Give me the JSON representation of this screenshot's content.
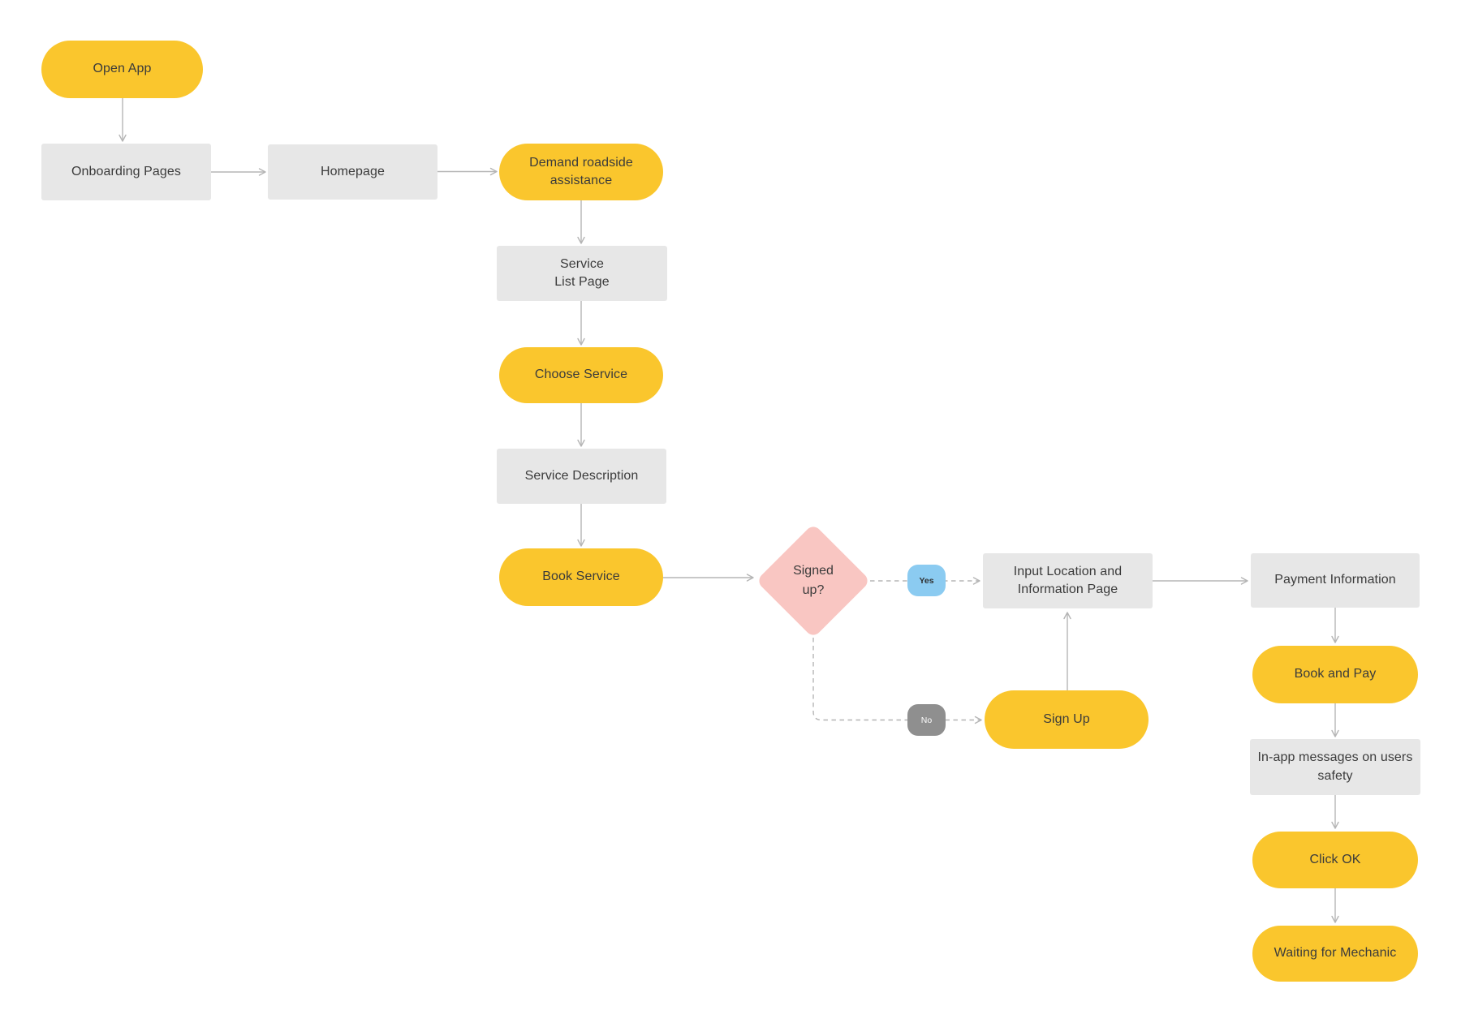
{
  "diagram": {
    "type": "flowchart",
    "description": "Roadside assistance app user flow",
    "nodes": {
      "open_app": "Open App",
      "onboarding_pages": "Onboarding Pages",
      "homepage": "Homepage",
      "demand_roadside": "Demand roadside\nassistance",
      "service_list_page": "Service\nList Page",
      "choose_service": "Choose Service",
      "service_description": "Service Description",
      "book_service": "Book Service",
      "signed_up": "Signed\nup?",
      "input_location": "Input Location and\nInformation Page",
      "sign_up": "Sign Up",
      "payment_information": "Payment Information",
      "book_and_pay": "Book and Pay",
      "in_app_messages": "In-app messages on users\nsafety",
      "click_ok": "Click OK",
      "waiting_for_mechanic": "Waiting for Mechanic"
    },
    "edge_labels": {
      "yes": "Yes",
      "no": "No"
    },
    "colors": {
      "action_pill": "#fac62d",
      "page_box": "#e7e7e7",
      "decision_diamond": "#f9c6c2",
      "yes_badge": "#8bcbf1",
      "no_badge": "#8f8f8f",
      "connector_line": "#b5b5b5",
      "text": "#3b3b3b",
      "background": "#ffffff"
    }
  }
}
